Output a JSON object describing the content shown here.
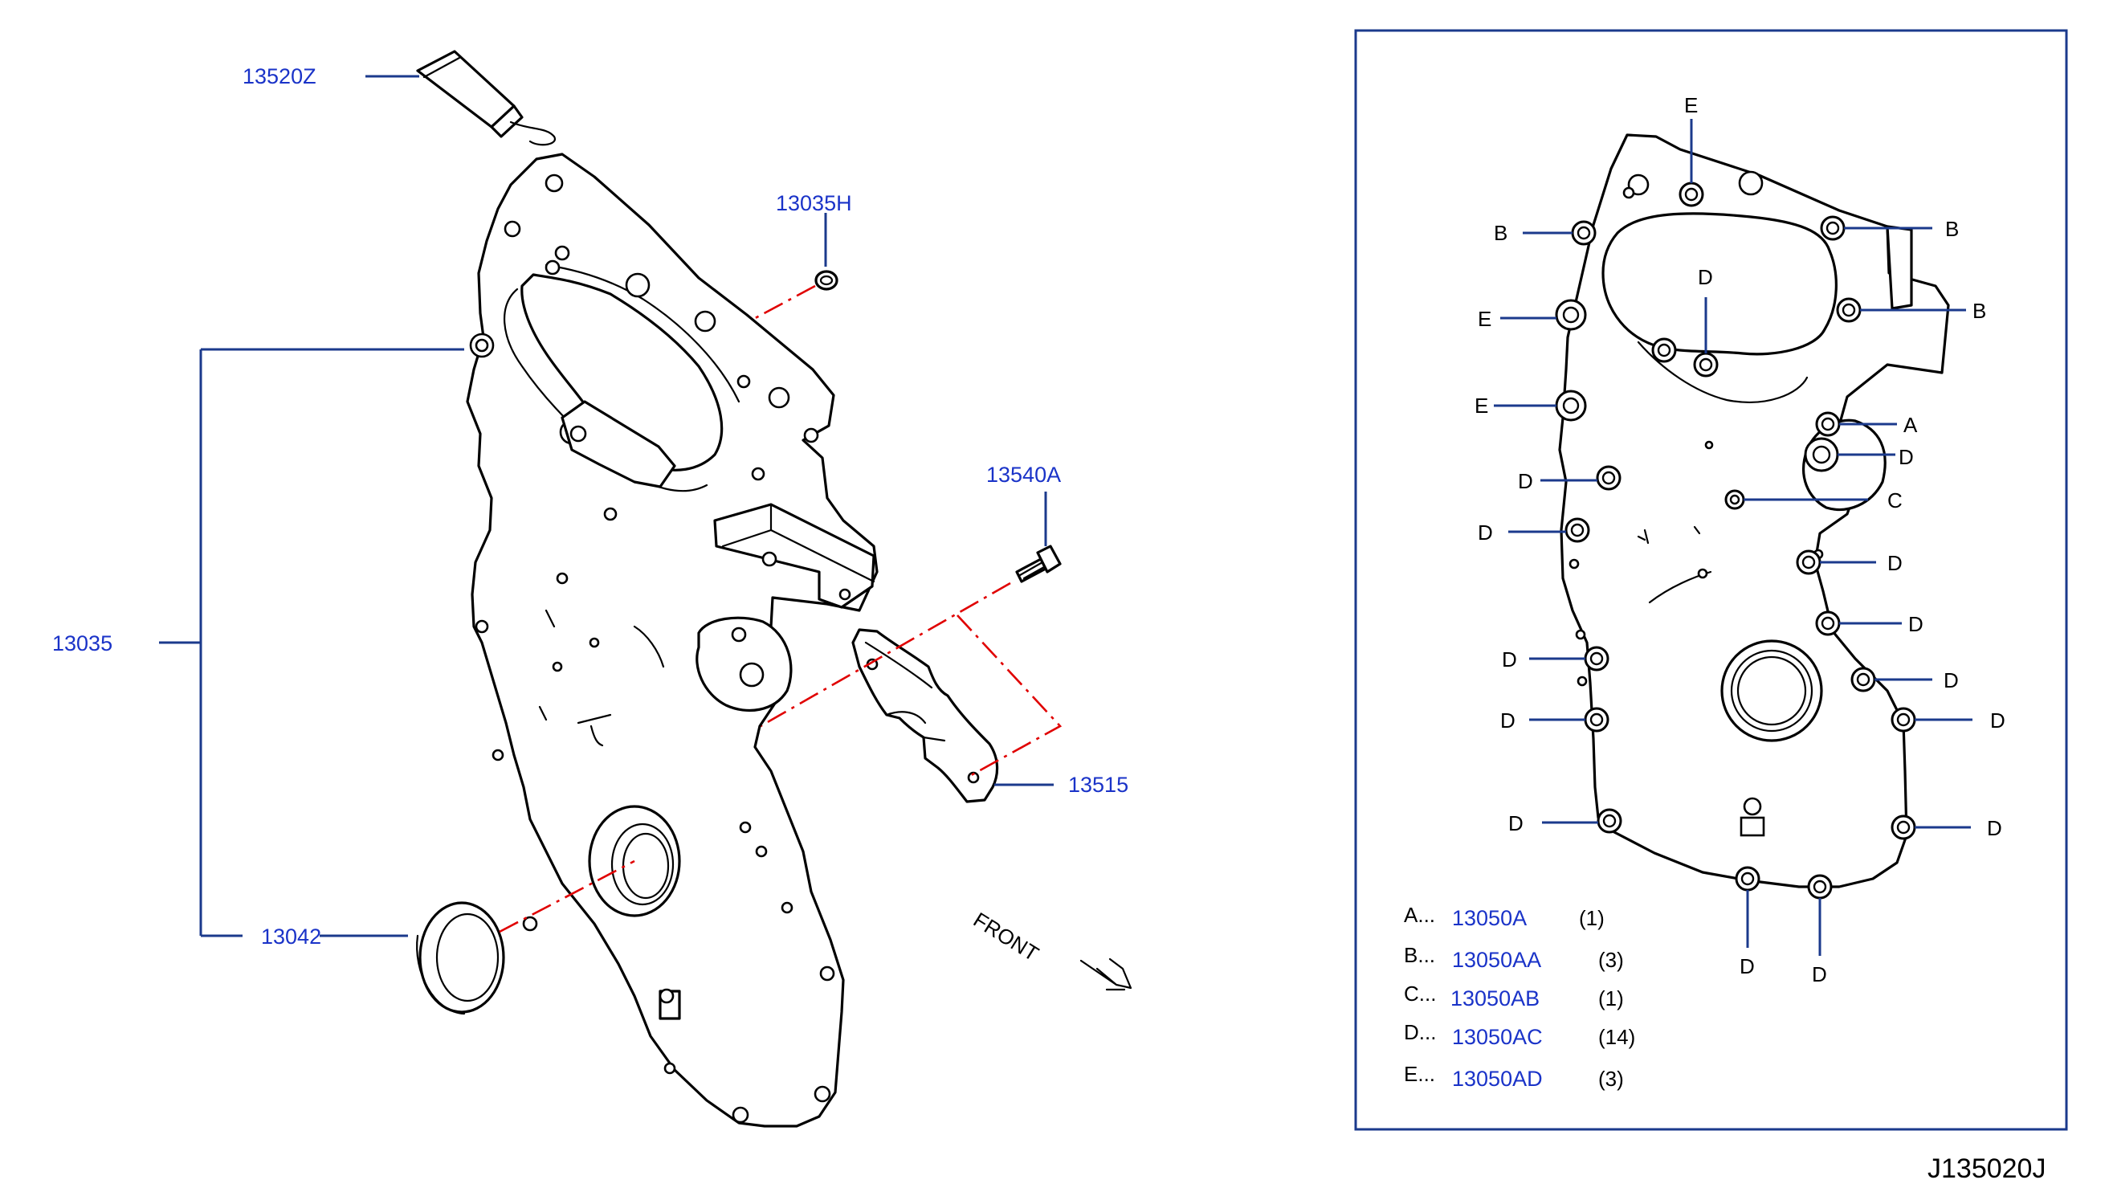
{
  "diagram_code": "J135020J",
  "front_label": "FRONT",
  "parts": [
    {
      "id": "13520Z"
    },
    {
      "id": "13035H"
    },
    {
      "id": "13540A"
    },
    {
      "id": "13515"
    },
    {
      "id": "13035"
    },
    {
      "id": "13042"
    }
  ],
  "bolt_letters": {
    "A": "A",
    "B": "B",
    "C": "C",
    "D": "D",
    "E": "E"
  },
  "legend": [
    {
      "letter": "A...",
      "part": "13050A",
      "qty": "(1)"
    },
    {
      "letter": "B...",
      "part": "13050AA",
      "qty": "(3)"
    },
    {
      "letter": "C...",
      "part": "13050AB",
      "qty": "(1)"
    },
    {
      "letter": "D...",
      "part": "13050AC",
      "qty": "(14)"
    },
    {
      "letter": "E...",
      "part": "13050AD",
      "qty": "(3)"
    }
  ],
  "colors": {
    "part_number": "#1a33c8",
    "leader": "#1b3a8c",
    "dash_line": "#e00000",
    "frame": "#1b3a8c"
  }
}
